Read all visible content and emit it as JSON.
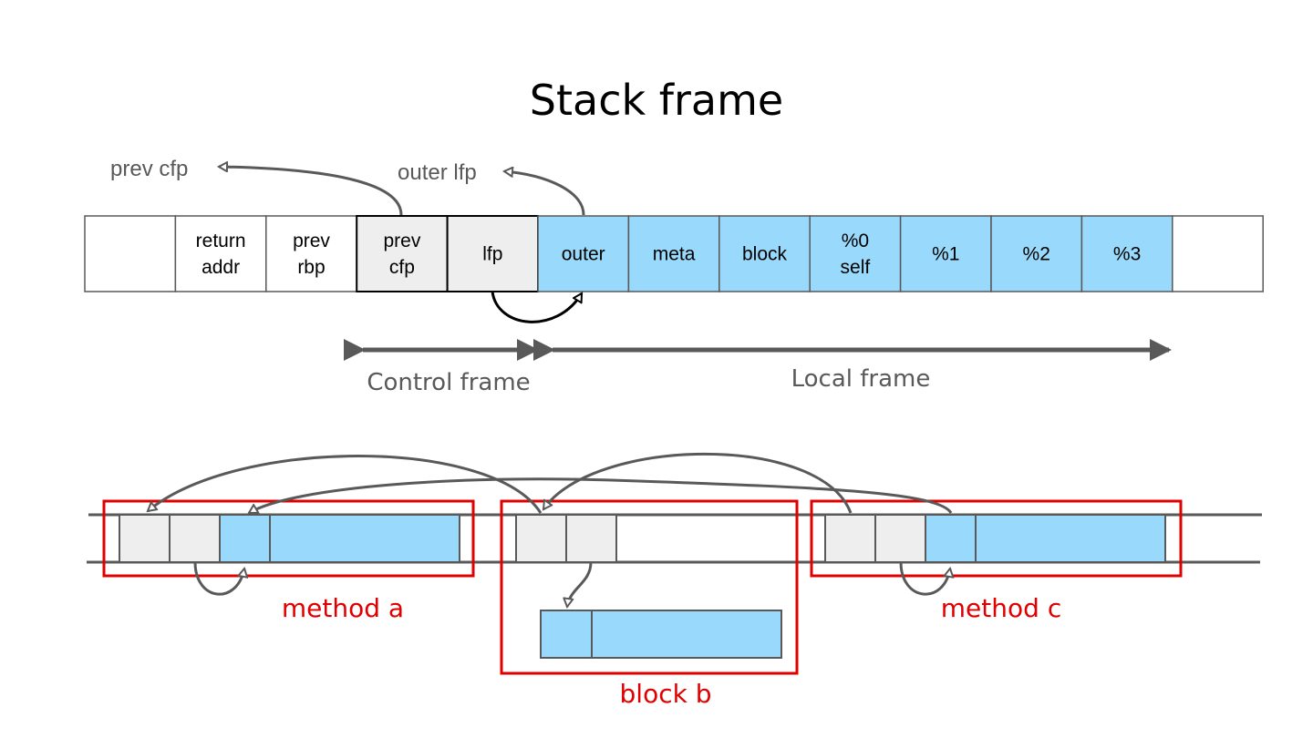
{
  "title": "Stack frame",
  "colors": {
    "control_cell": "#eeeeee",
    "local_cell": "#99d9fb",
    "empty_cell": "#ffffff",
    "cell_border": "#595959",
    "arrow": "#595959",
    "frame_box": "#e00000"
  },
  "stack": {
    "cells": [
      {
        "lines": [],
        "kind": "empty"
      },
      {
        "lines": [
          "return",
          "addr"
        ],
        "kind": "empty"
      },
      {
        "lines": [
          "prev",
          "rbp"
        ],
        "kind": "empty"
      },
      {
        "lines": [
          "prev",
          "cfp"
        ],
        "kind": "control"
      },
      {
        "lines": [
          "lfp"
        ],
        "kind": "control"
      },
      {
        "lines": [
          "outer"
        ],
        "kind": "local"
      },
      {
        "lines": [
          "meta"
        ],
        "kind": "local"
      },
      {
        "lines": [
          "block"
        ],
        "kind": "local"
      },
      {
        "lines": [
          "%0",
          "self"
        ],
        "kind": "local"
      },
      {
        "lines": [
          "%1"
        ],
        "kind": "local"
      },
      {
        "lines": [
          "%2"
        ],
        "kind": "local"
      },
      {
        "lines": [
          "%3"
        ],
        "kind": "local"
      },
      {
        "lines": [],
        "kind": "empty"
      }
    ],
    "pointer_labels": {
      "prev_cfp": "prev cfp",
      "outer_lfp": "outer lfp"
    },
    "ranges": {
      "control": "Control frame",
      "local": "Local frame"
    }
  },
  "frames": {
    "method_a": "method a",
    "block_b": "block b",
    "method_c": "method c"
  }
}
